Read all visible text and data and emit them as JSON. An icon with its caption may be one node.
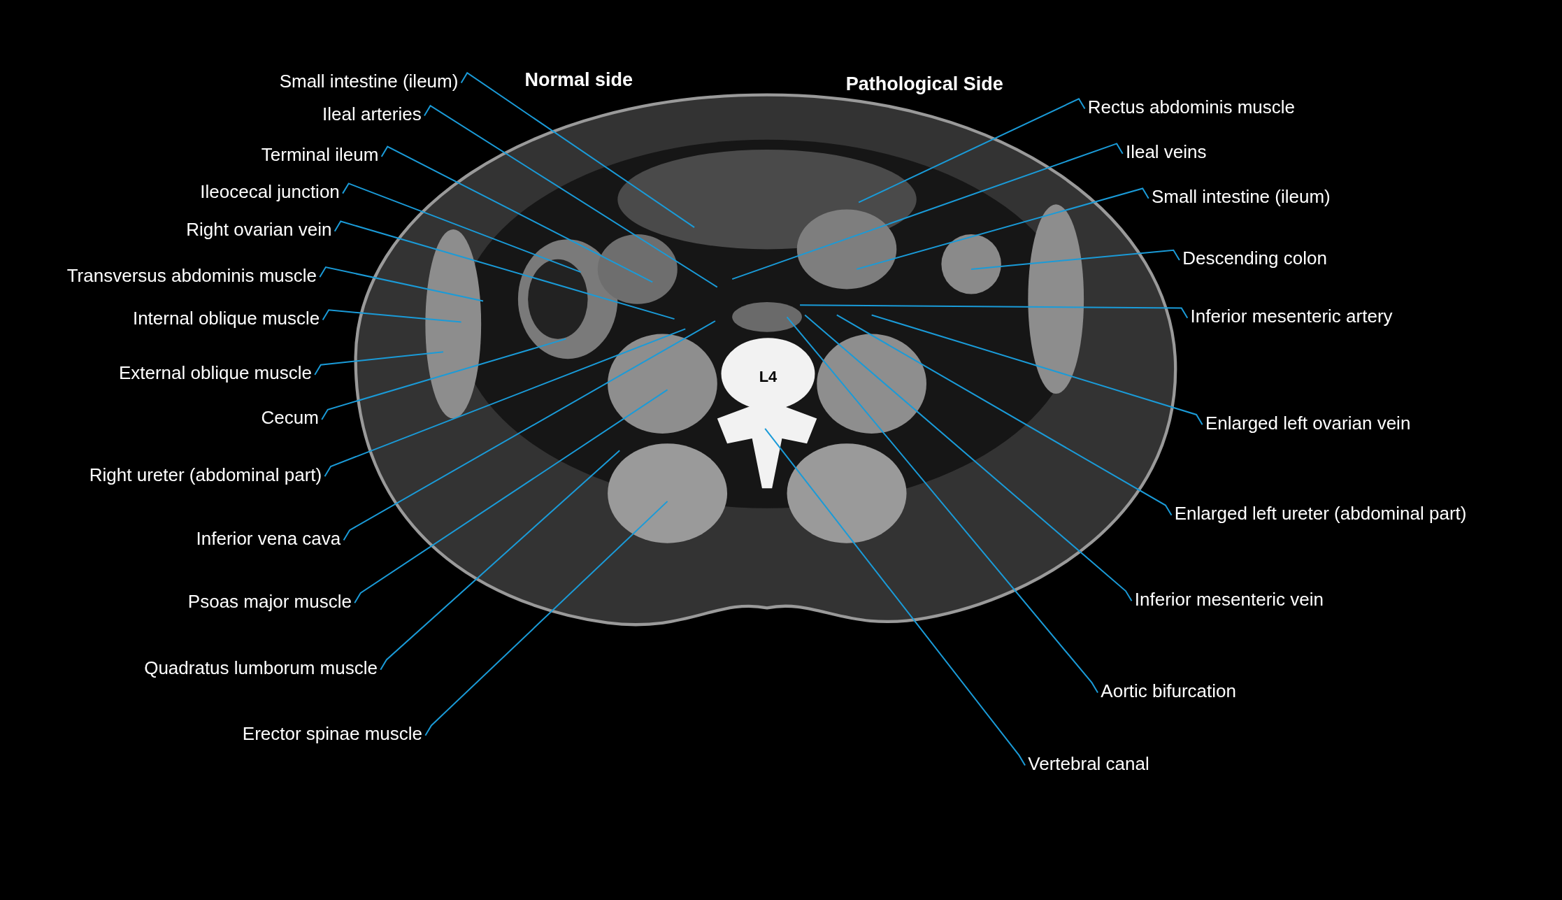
{
  "diagram": {
    "nodes": [
      {
        "text": [
          "Small intestine (ileum)"
        ]
      },
      {
        "text": [
          "Ileal arteries"
        ]
      },
      {
        "text": [
          "Terminal ileum"
        ]
      },
      {
        "text": [
          "Ileocecal junction"
        ]
      },
      {
        "text": [
          "Right ovarian vein"
        ]
      },
      {
        "text": [
          "Transversus abdominis muscle"
        ]
      },
      {
        "text": [
          "Internal oblique muscle"
        ]
      },
      {
        "text": [
          "External oblique muscle"
        ]
      },
      {
        "text": [
          "Cecum"
        ]
      },
      {
        "text": [
          "Right ureter (abdominal part)"
        ]
      },
      {
        "text": [
          "Inferior vena cava"
        ]
      },
      {
        "text": [
          "Psoas major muscle"
        ]
      },
      {
        "text": [
          "Quadratus lumborum muscle"
        ]
      },
      {
        "text": [
          "Erector spinae muscle"
        ]
      },
      {
        "text": [
          "Rectus abdominis muscle"
        ]
      },
      {
        "text": [
          "Ileal veins"
        ]
      },
      {
        "text": [
          "Small intestine (ileum)"
        ]
      },
      {
        "text": [
          "Descending colon"
        ]
      },
      {
        "text": [
          "Inferior mesenteric artery"
        ]
      },
      {
        "text": [
          "Enlarged left ovarian vein"
        ]
      },
      {
        "text": [
          "Enlarged left ureter (abdominal part)"
        ]
      },
      {
        "text": [
          "Inferior mesenteric vein"
        ]
      },
      {
        "text": [
          "Aortic bifurcation"
        ]
      },
      {
        "text": [
          "Vertebral canal"
        ]
      }
    ],
    "edges": [
      {
        "from": 0,
        "to": null,
        "arrow": "none"
      },
      {
        "from": 1,
        "to": null,
        "arrow": "none"
      },
      {
        "from": 2,
        "to": null,
        "arrow": "none"
      },
      {
        "from": 3,
        "to": null,
        "arrow": "none"
      },
      {
        "from": 4,
        "to": null,
        "arrow": "none"
      },
      {
        "from": 5,
        "to": null,
        "arrow": "none"
      },
      {
        "from": 6,
        "to": null,
        "arrow": "none"
      },
      {
        "from": 7,
        "to": null,
        "arrow": "none"
      },
      {
        "from": 8,
        "to": null,
        "arrow": "none"
      },
      {
        "from": 9,
        "to": null,
        "arrow": "none"
      },
      {
        "from": 10,
        "to": null,
        "arrow": "none"
      },
      {
        "from": 11,
        "to": null,
        "arrow": "none"
      },
      {
        "from": 12,
        "to": null,
        "arrow": "none"
      },
      {
        "from": 13,
        "to": null,
        "arrow": "none"
      },
      {
        "from": 14,
        "to": null,
        "arrow": "none"
      },
      {
        "from": 15,
        "to": null,
        "arrow": "none"
      },
      {
        "from": 16,
        "to": null,
        "arrow": "none"
      },
      {
        "from": 17,
        "to": null,
        "arrow": "none"
      },
      {
        "from": 18,
        "to": null,
        "arrow": "none"
      },
      {
        "from": 19,
        "to": null,
        "arrow": "none"
      },
      {
        "from": 20,
        "to": null,
        "arrow": "none"
      },
      {
        "from": 21,
        "to": null,
        "arrow": "none"
      },
      {
        "from": 22,
        "to": null,
        "arrow": "none"
      },
      {
        "from": 23,
        "to": null,
        "arrow": "none"
      }
    ],
    "labels": [
      "Normal side",
      "Pathological Side",
      "L4"
    ]
  }
}
